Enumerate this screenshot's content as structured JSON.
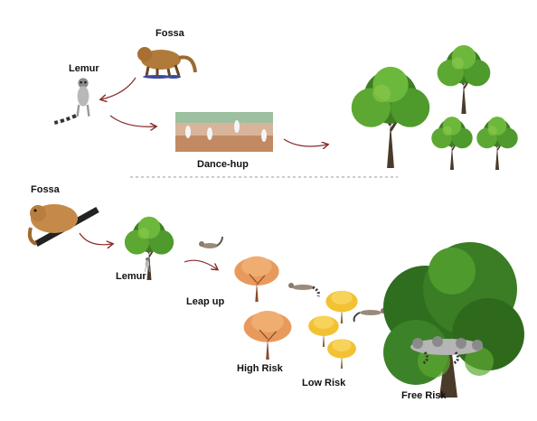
{
  "colors": {
    "tree_dark": "#3f7d22",
    "tree_mid": "#5da832",
    "tree_light": "#8cc84b",
    "trunk": "#4a3a2a",
    "orange_tree": "#e89a5c",
    "yellow_tree": "#f2c233",
    "arrow": "#8a2a2a",
    "divider": "#9a9a9a",
    "fossa": "#b07a3a",
    "lemur": "#9a9a9a"
  },
  "top_panel": {
    "fossa_label": "Fossa",
    "lemur_label": "Lemur",
    "dance_label": "Dance-hup"
  },
  "bottom_panel": {
    "fossa_label": "Fossa",
    "lemur_label": "Lemur",
    "leap_label": "Leap up",
    "high_risk_label": "High Risk",
    "low_risk_label": "Low Risk",
    "free_risk_label": "Free Risk"
  },
  "icons": [
    "fossa-icon",
    "lemur-icon",
    "tree-icon",
    "arrow-icon"
  ]
}
